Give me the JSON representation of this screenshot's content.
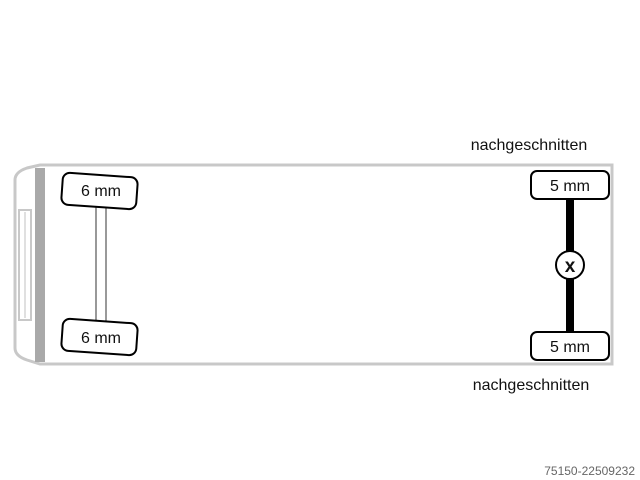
{
  "front_axle": {
    "tires": [
      {
        "position": "top",
        "tread_depth": "6 mm"
      },
      {
        "position": "bottom",
        "tread_depth": "6 mm"
      }
    ]
  },
  "rear_axle": {
    "tires": [
      {
        "position": "top",
        "tread_depth": "5 mm",
        "note": "nachgeschnitten"
      },
      {
        "position": "bottom",
        "tread_depth": "5 mm",
        "note": "nachgeschnitten"
      }
    ],
    "marker": "x"
  },
  "footer": {
    "reference_id": "75150-22509232"
  },
  "colors": {
    "outline": "#c8c8c8",
    "cab_band": "#a9a9a9",
    "axle_rear": "#000000",
    "tire_stroke": "#000000",
    "text": "#111111",
    "reference_text": "#666666"
  }
}
